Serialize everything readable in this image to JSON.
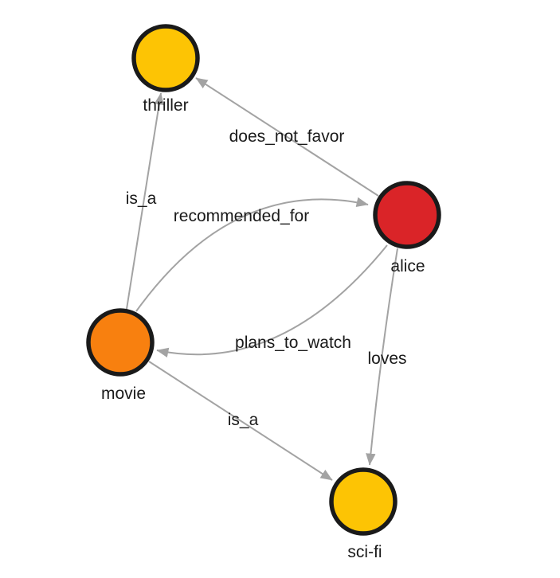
{
  "diagram": {
    "type": "directed-graph",
    "background": "#ffffff"
  },
  "colors": {
    "edge": "#a3a3a3",
    "node_border": "#1a1a1a",
    "label": "#1a1a1a",
    "gold": "#fdc404",
    "red": "#da2428",
    "orange": "#f8800f"
  },
  "nodes": [
    {
      "id": "thriller",
      "label": "thriller",
      "fill": "#fdc404"
    },
    {
      "id": "alice",
      "label": "alice",
      "fill": "#da2428"
    },
    {
      "id": "movie",
      "label": "movie",
      "fill": "#f8800f"
    },
    {
      "id": "sci-fi",
      "label": "sci-fi",
      "fill": "#fdc404"
    }
  ],
  "edges": [
    {
      "id": "movie-is_a-thriller",
      "label": "is_a",
      "from": "movie",
      "to": "thriller"
    },
    {
      "id": "alice-does_not_favor-thriller",
      "label": "does_not_favor",
      "from": "alice",
      "to": "thriller"
    },
    {
      "id": "movie-recommended_for-alice",
      "label": "recommended_for",
      "from": "movie",
      "to": "alice"
    },
    {
      "id": "alice-plans_to_watch-movie",
      "label": "plans_to_watch",
      "from": "alice",
      "to": "movie"
    },
    {
      "id": "alice-loves-scifi",
      "label": "loves",
      "from": "alice",
      "to": "sci-fi"
    },
    {
      "id": "movie-is_a-scifi",
      "label": "is_a",
      "from": "movie",
      "to": "sci-fi"
    }
  ]
}
